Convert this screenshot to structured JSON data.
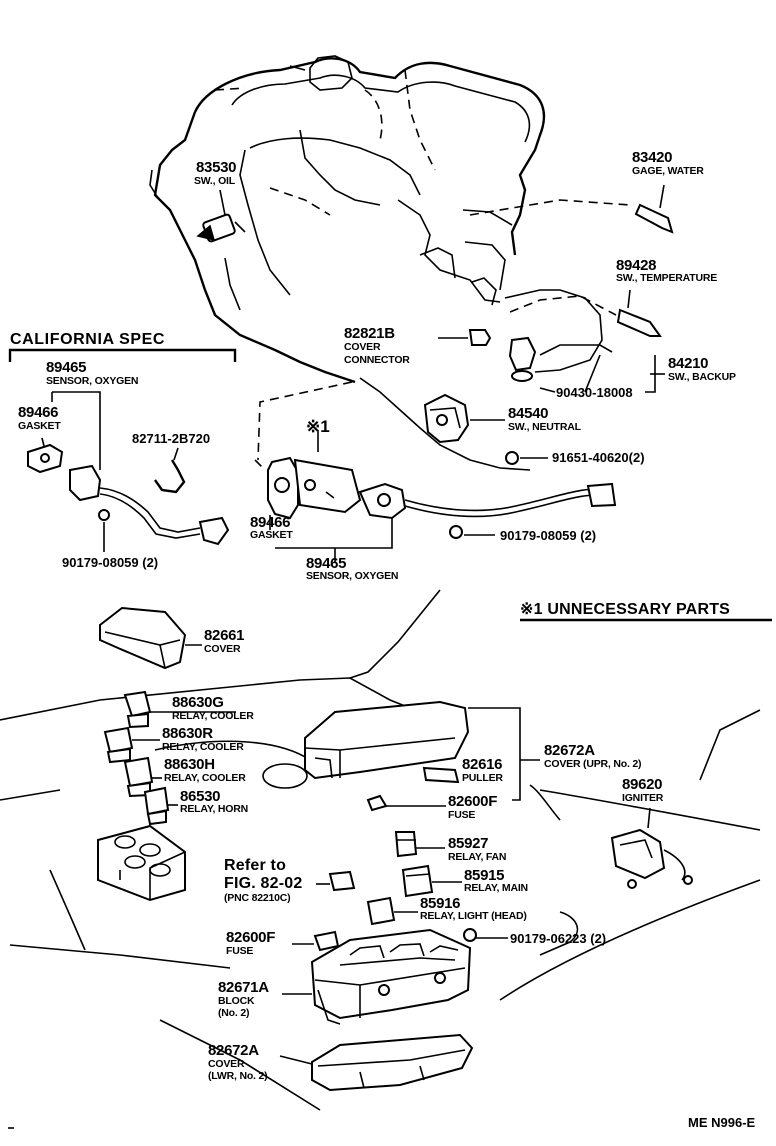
{
  "california_spec": {
    "header": "CALIFORNIA  SPEC",
    "sensor_num": "89465",
    "sensor_name": "SENSOR, OXYGEN",
    "gasket_num": "89466",
    "gasket_name": "GASKET",
    "hose_num": "82711-2B720",
    "nut_num": "90179-08059 (2)"
  },
  "engine": {
    "oil_sw_num": "83530",
    "oil_sw_name": "SW., OIL",
    "water_gage_num": "83420",
    "water_gage_name": "GAGE, WATER",
    "temp_sw_num": "89428",
    "temp_sw_name": "SW., TEMPERATURE",
    "cover_conn_num": "82821B",
    "cover_conn_name_1": "COVER",
    "cover_conn_name_2": "CONNECTOR",
    "backup_sw_num": "84210",
    "backup_sw_name": "SW., BACKUP",
    "gasket_code": "90430-18008",
    "neutral_sw_num": "84540",
    "neutral_sw_name": "SW., NEUTRAL",
    "bolt_code": "91651-40620(2)"
  },
  "exhaust": {
    "star_mark": "※1",
    "gasket_num": "89466",
    "gasket_name": "GASKET",
    "sensor_num": "89465",
    "sensor_name": "SENSOR, OXYGEN",
    "nut_code": "90179-08059 (2)"
  },
  "unnecessary": {
    "label": "※1 UNNECESSARY PARTS"
  },
  "relay_box": {
    "cover_num": "82661",
    "cover_name": "COVER",
    "relay_g_num": "88630G",
    "relay_g_name": "RELAY, COOLER",
    "relay_r_num": "88630R",
    "relay_r_name": "RELAY, COOLER",
    "relay_h_num": "88630H",
    "relay_h_name": "RELAY, COOLER",
    "horn_num": "86530",
    "horn_name": "RELAY, HORN",
    "puller_num": "82616",
    "puller_name": "PULLER",
    "fuse_num": "82600F",
    "fuse_name": "FUSE",
    "cover_upr_num": "82672A",
    "cover_upr_name": "COVER (UPR, No. 2)",
    "igniter_num": "89620",
    "igniter_name": "IGNITER"
  },
  "lower": {
    "refer_1": "Refer to",
    "refer_2": "FIG. 82-02",
    "refer_3": "(PNC 82210C)",
    "fan_num": "85927",
    "fan_name": "RELAY, FAN",
    "main_num": "85915",
    "main_name": "RELAY, MAIN",
    "light_num": "85916",
    "light_name": "RELAY, LIGHT (HEAD)",
    "fuse_num": "82600F",
    "fuse_name": "FUSE",
    "nut_code": "90179-06223 (2)",
    "block_num": "82671A",
    "block_name_1": "BLOCK",
    "block_name_2": "(No. 2)",
    "cover_lwr_num": "82672A",
    "cover_lwr_name_1": "COVER",
    "cover_lwr_name_2": "(LWR, No. 2)"
  },
  "footer": {
    "code": "ME N996-E"
  }
}
